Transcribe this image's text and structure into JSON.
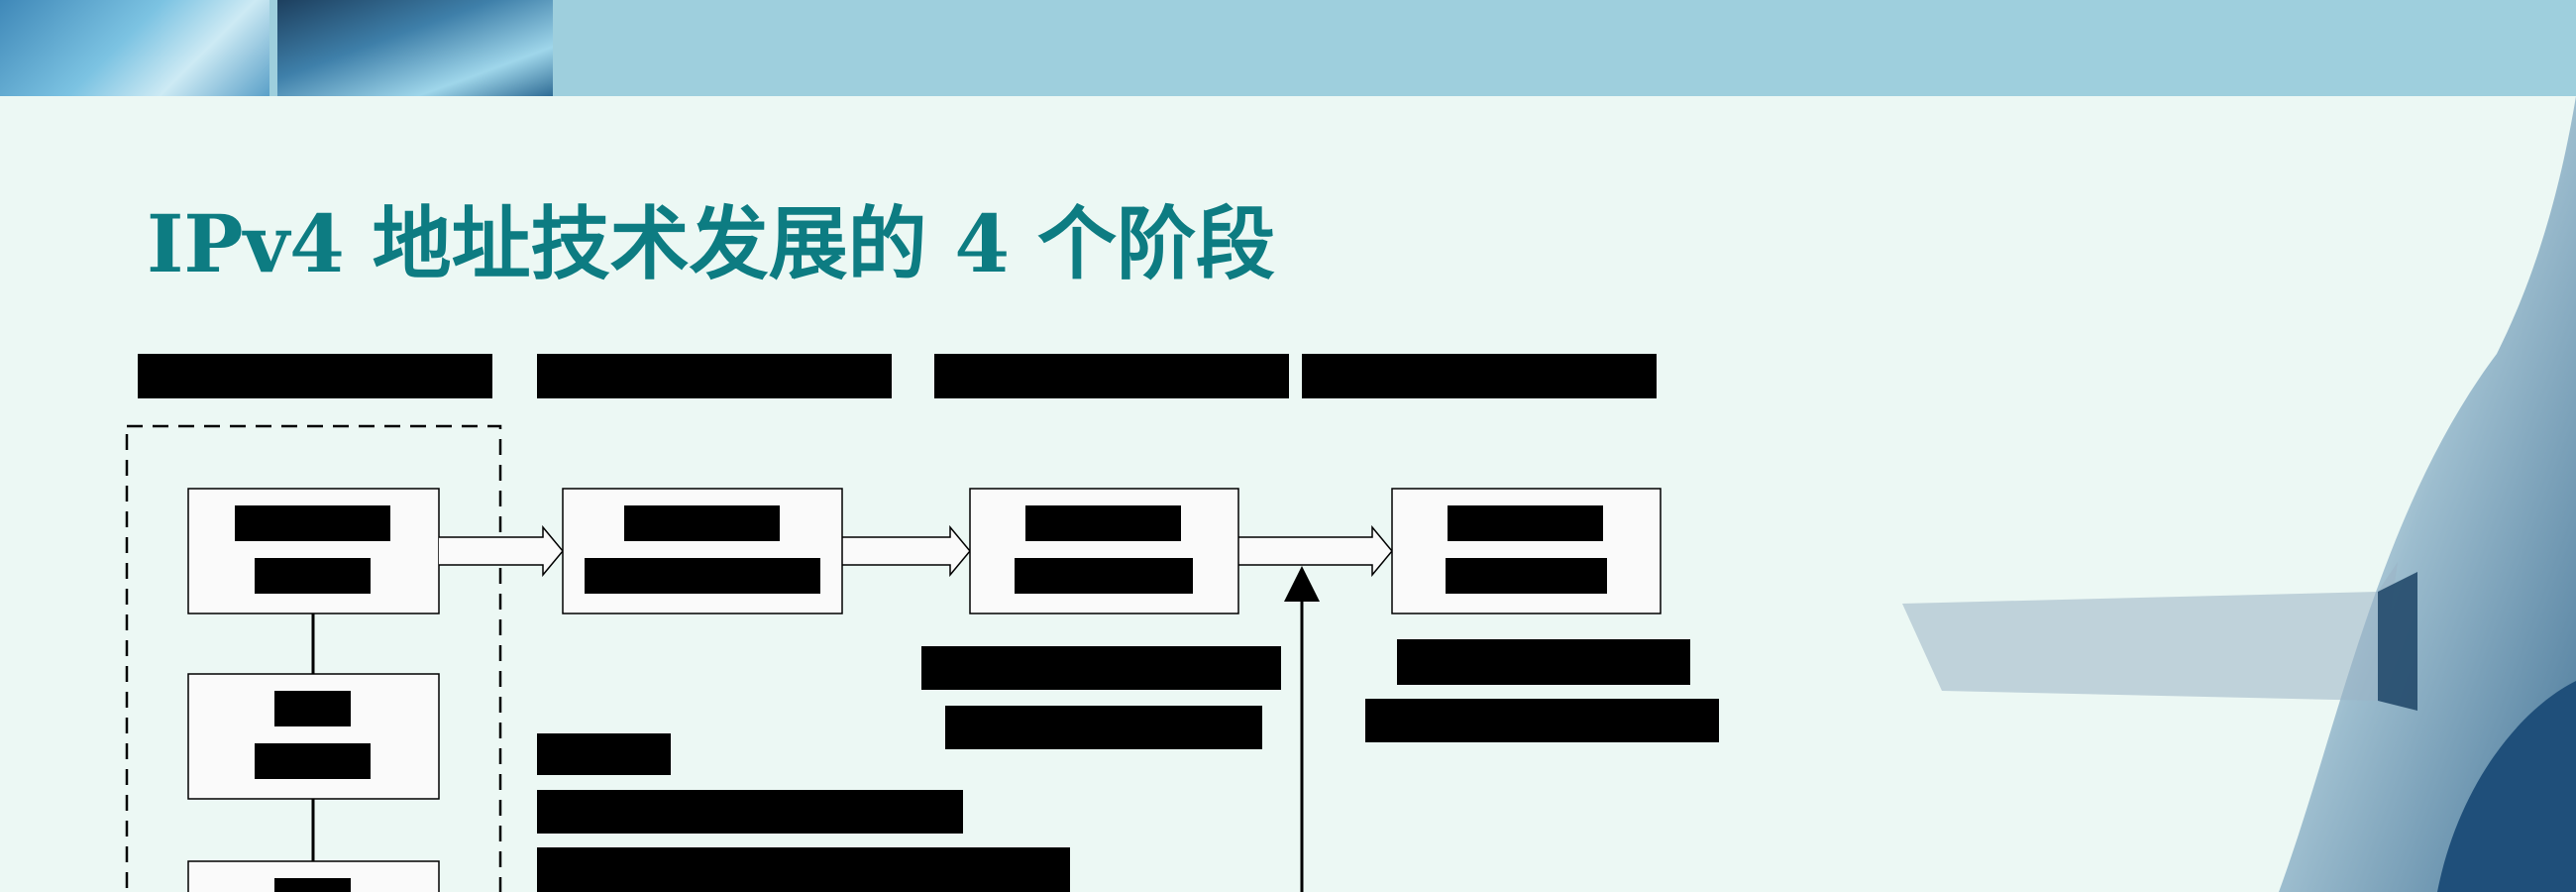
{
  "slide": {
    "title": "IPv4 地址技术发展的 4 个阶段"
  },
  "banner": {
    "images": [
      "network-banner-image",
      "laptop-banner-image"
    ]
  },
  "diagram": {
    "stages": 4,
    "redacted_labels": "all diagram text is obscured by solid black bars in the original",
    "colors": {
      "box_fill": "#fafafa",
      "stroke": "#000000",
      "redaction": "#000000",
      "title": "#0d7c82",
      "topbar": "#9ecfdd"
    }
  }
}
